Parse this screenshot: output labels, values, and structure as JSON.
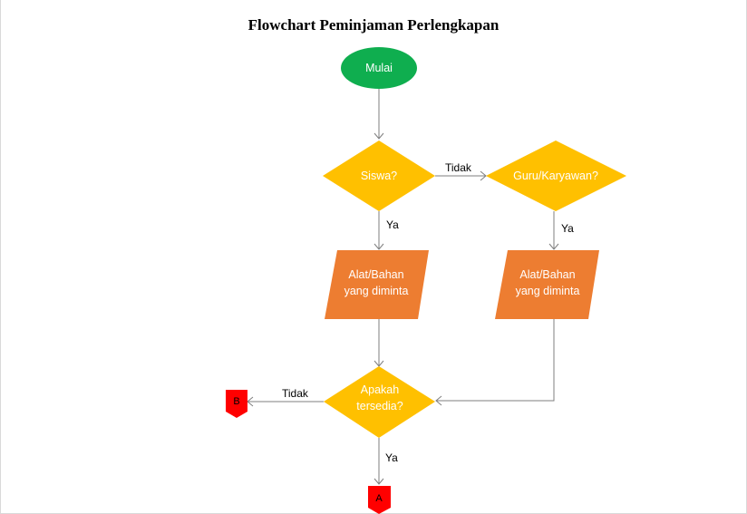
{
  "title": "Flowchart Peminjaman Perlengkapan",
  "colors": {
    "start": "#0fae4f",
    "decision": "#ffc000",
    "io": "#ed7d31",
    "connector": "#ff0000",
    "line": "#7f7f7f"
  },
  "nodes": {
    "start": {
      "label": "Mulai"
    },
    "siswa": {
      "label": "Siswa?"
    },
    "guru": {
      "label": "Guru/Karyawan?"
    },
    "alat_left": {
      "line1": "Alat/Bahan",
      "line2": "yang diminta"
    },
    "alat_right": {
      "line1": "Alat/Bahan",
      "line2": "yang diminta"
    },
    "tersedia": {
      "line1": "Apakah",
      "line2": "tersedia?"
    },
    "connector_b": {
      "label": "B"
    },
    "connector_a": {
      "label": "A"
    }
  },
  "edges": {
    "siswa_tidak": "Tidak",
    "siswa_ya": "Ya",
    "guru_ya": "Ya",
    "tersedia_tidak": "Tidak",
    "tersedia_ya": "Ya"
  }
}
